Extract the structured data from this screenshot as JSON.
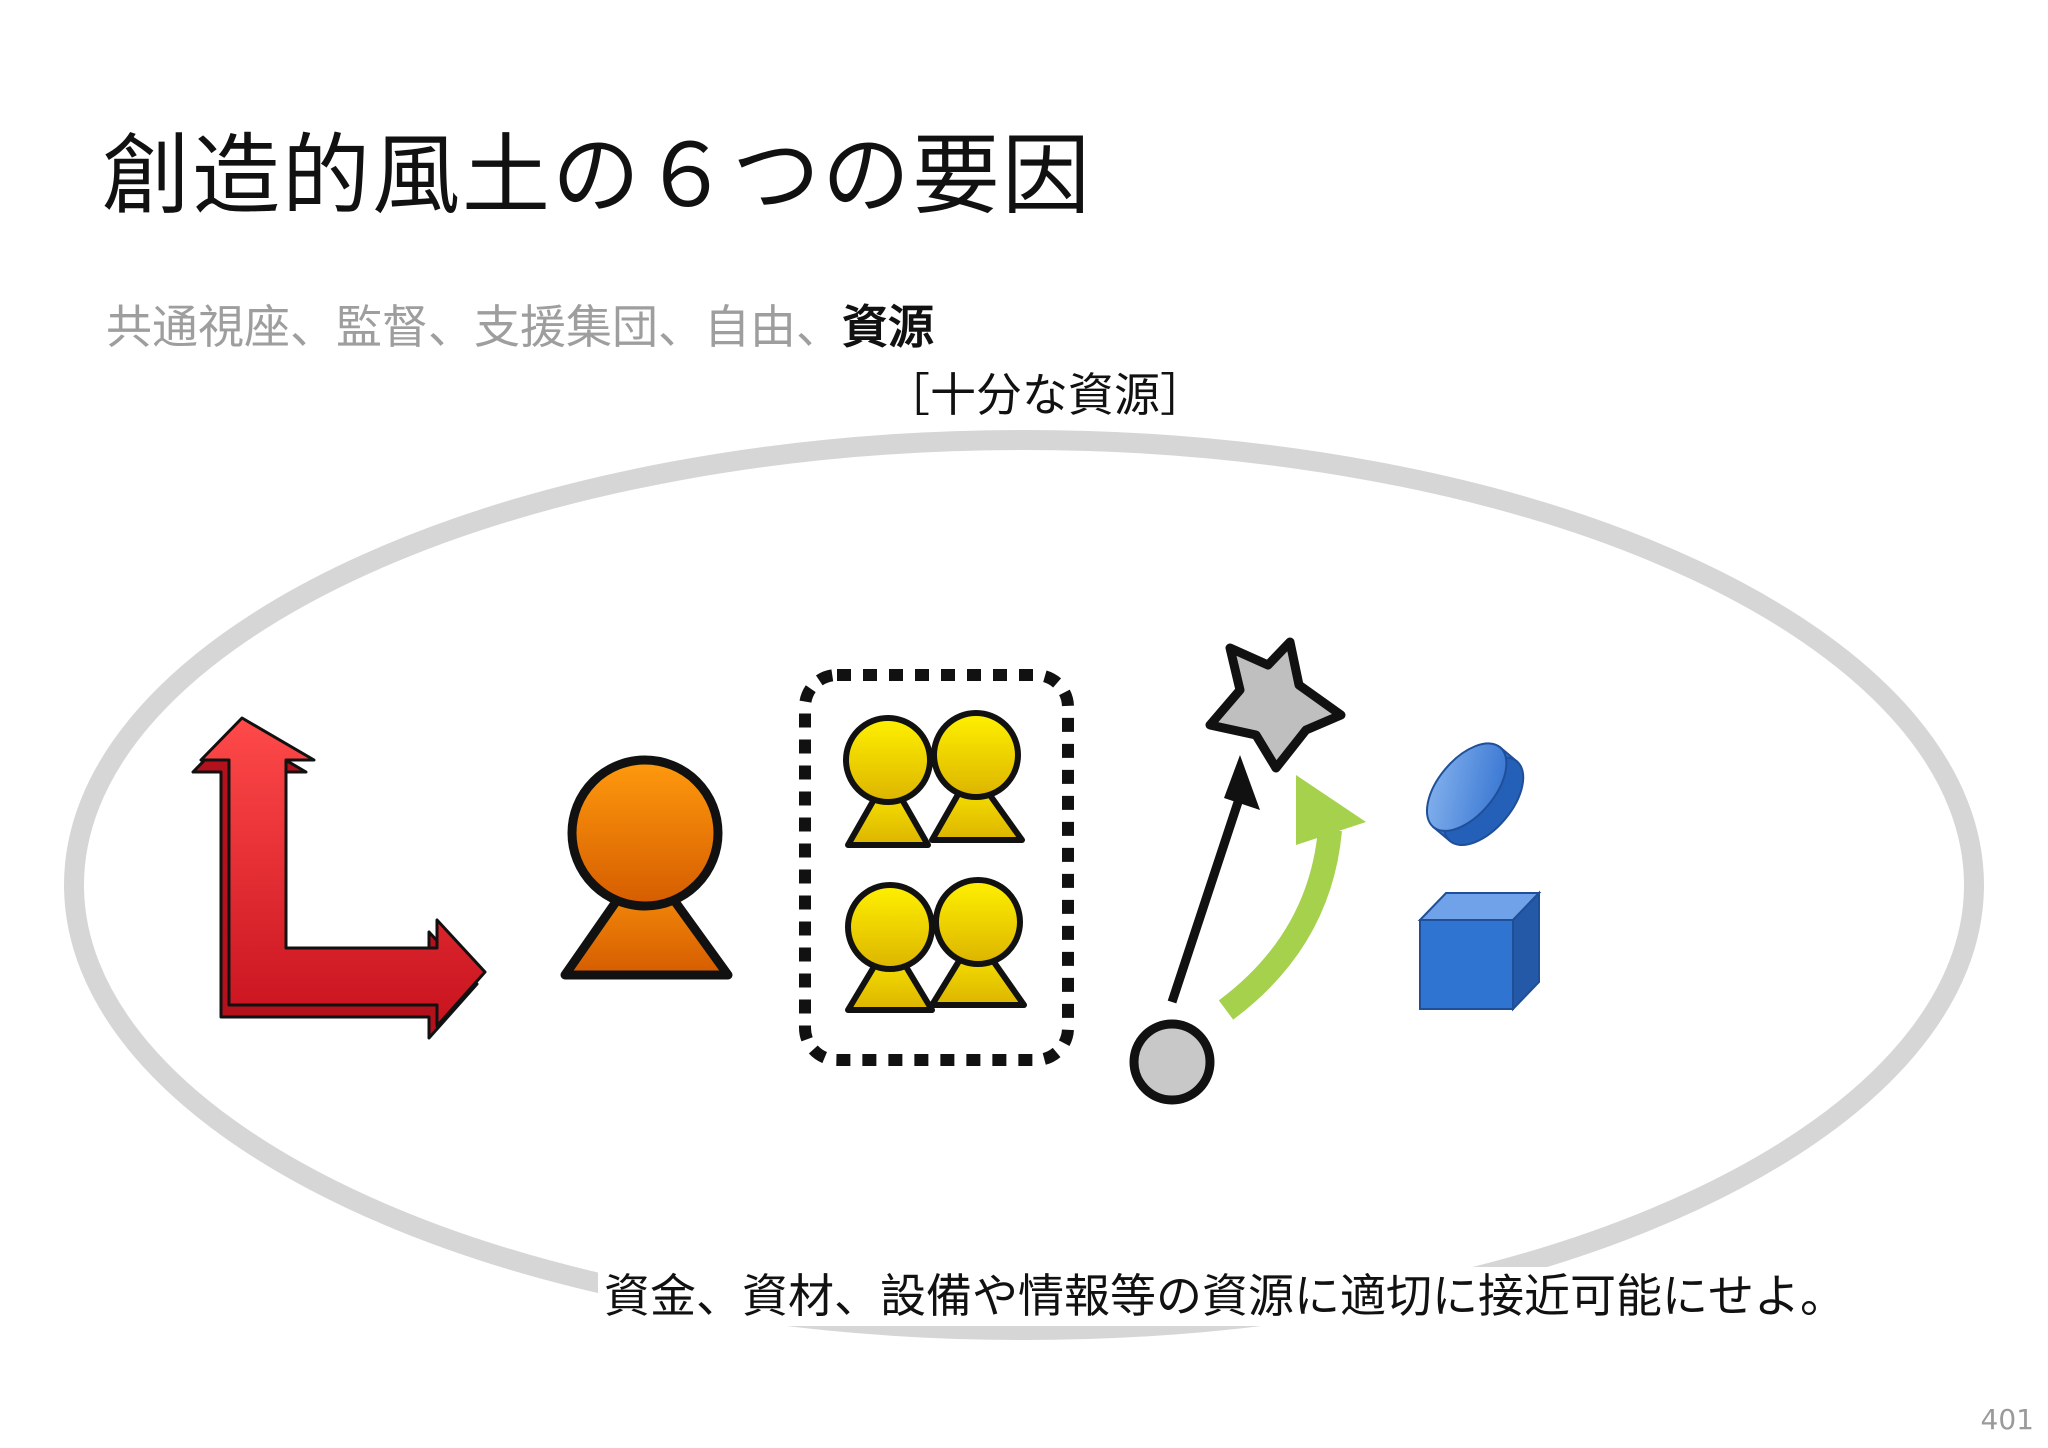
{
  "slide": {
    "title": "創造的風土の６つの要因",
    "factors": [
      {
        "label": "共通視座、",
        "current": false
      },
      {
        "label": "監督、",
        "current": false
      },
      {
        "label": "支援集団、",
        "current": false
      },
      {
        "label": "自由、",
        "current": false
      },
      {
        "label": "資源",
        "current": true
      }
    ],
    "subtitle": "［十分な資源］",
    "caption": "資金、資材、設備や情報等の資源に適切に接近可能にせよ。",
    "page_number": "401"
  },
  "icons": [
    "axes-arrow-icon",
    "person-icon",
    "team-group-icon",
    "goal-star-path-icon",
    "resources-cylinder-cube-icon"
  ],
  "colors": {
    "ellipse": "#d6d6d6",
    "arrow_red": "#e8262f",
    "person_orange": "#ef7d00",
    "team_yellow": "#f7d400",
    "star_gray": "#bfbfbf",
    "green_arrow": "#a5d14c",
    "resource_blue": "#2f74d0"
  }
}
